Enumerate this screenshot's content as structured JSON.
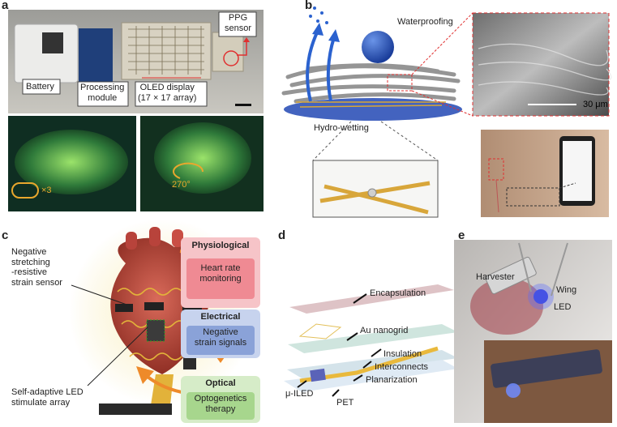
{
  "panels": {
    "a": "a",
    "b": "b",
    "c": "c",
    "d": "d",
    "e": "e"
  },
  "a": {
    "battery": "Battery",
    "processing": "Processing\nmodule",
    "oled": "OLED display\n(17 × 17 array)",
    "ppg": "PPG\nsensor",
    "fold_count": "×3",
    "angle": "270°"
  },
  "b": {
    "waterproofing": "Waterproofing",
    "hydrowetting": "Hydro-wetting",
    "scale": "30 μm"
  },
  "c": {
    "sensor": "Negative\nstretching\n-resistive\nstrain sensor",
    "led": "Self-adaptive LED\nstimulate array",
    "boxes": [
      {
        "title": "Physiological",
        "body": "Heart rate\nmonitoring"
      },
      {
        "title": "Electrical",
        "body": "Negative\nstrain signals"
      },
      {
        "title": "Optical",
        "body": "Optogenetics\ntherapy"
      }
    ]
  },
  "d": {
    "encapsulation": "Encapsulation",
    "nanogrid": "Au nanogrid",
    "insulation": "Insulation",
    "interconnects": "Interconnects",
    "planarization": "Planarization",
    "iled": "μ-ILED",
    "pet": "PET"
  },
  "e": {
    "harvester": "Harvester",
    "wing": "Wing",
    "led": "LED"
  }
}
